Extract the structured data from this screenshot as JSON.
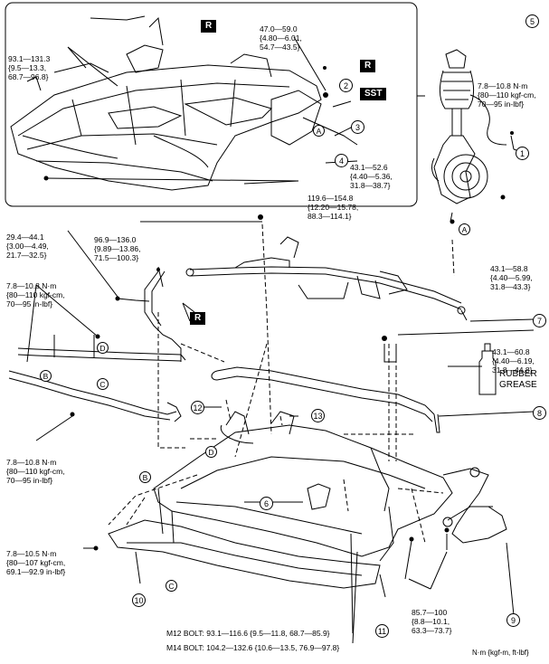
{
  "inset_torques": {
    "top_left": [
      "93.1—131.3",
      "{9.5—13.3,",
      "68.7—96.8}"
    ],
    "top_right": [
      "47.0—59.0",
      "{4.80—6.01,",
      "54.7—43.5}"
    ],
    "mid_right": [
      "43.1—52.6",
      "{4.40—5.36,",
      "31.8—38.7}"
    ],
    "bottom_right": [
      "119.6—154.8",
      "{12.20—15.78,",
      "88.3—114.1}"
    ]
  },
  "knuckle_torques": {
    "sensor": [
      "7.8—10.8 N·m",
      "{80—110 kgf-cm,",
      "70—95 in-lbf}"
    ],
    "hub": [
      "43.1—58.8",
      "{4.40—5.99,",
      "31.8—43.3}"
    ]
  },
  "main_torques": {
    "tie_rod_left": [
      "29.4—44.1",
      "{3.00—4.49,",
      "21.7—32.5}"
    ],
    "rack_bolt": [
      "96.9—136.0",
      "{9.89—13.86,",
      "71.5—100.3}"
    ],
    "pipe_clamp": [
      "7.8—10.8 N·m",
      "{80—110 kgf-cm,",
      "70—95 in-lbf}"
    ],
    "stabilizer_link": [
      "43.1—60.8",
      "{4.40—6.19,",
      "31.8—44.8}"
    ],
    "pipe_lower": [
      "7.8—10.8 N·m",
      "{80—110 kgf-cm,",
      "70—95 in-lbf}"
    ],
    "crossmember_front": [
      "7.8—10.5 N·m",
      "{80—107 kgf-cm,",
      "69.1—92.9 in-lbf}"
    ],
    "control_arm": [
      "85.7—100",
      "{8.8—10.1,",
      "63.3—73.7}"
    ]
  },
  "bolts": {
    "m12": "M12 BOLT: 93.1—116.6 {9.5—11.8, 68.7—85.9}",
    "m14": "M14 BOLT: 104.2—132.6 {10.6—13.5, 76.9—97.8}"
  },
  "badges": {
    "r": "R",
    "sst": "SST"
  },
  "callouts": {
    "c1": "1",
    "c2": "2",
    "c3": "3",
    "c4": "4",
    "c5": "5",
    "c6": "6",
    "c7": "7",
    "c8": "8",
    "c9": "9",
    "c10": "10",
    "c11": "11",
    "c12": "12",
    "c13": "13"
  },
  "letters": {
    "a": "A",
    "b": "B",
    "c": "C",
    "d": "D"
  },
  "grease": [
    "RUBBER",
    "GREASE"
  ],
  "units": "N·m {kgf-m, ft-lbf}"
}
